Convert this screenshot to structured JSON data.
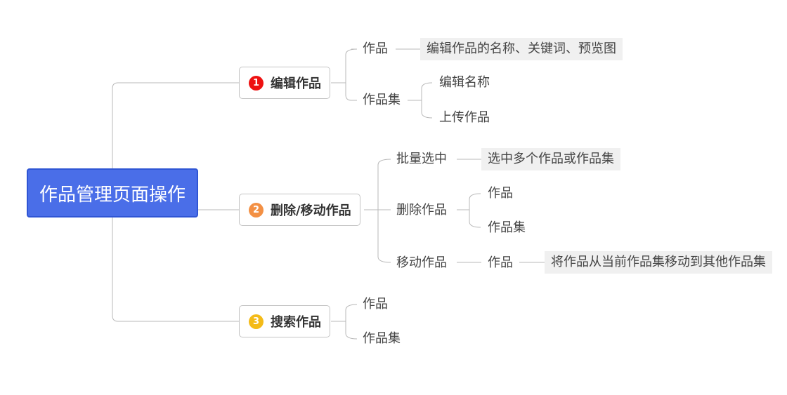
{
  "root": {
    "label": "作品管理页面操作"
  },
  "colors": {
    "root_fill": "#4a6ee8",
    "badge1": "#ee1111",
    "badge2": "#f39044",
    "badge3": "#f4bb18",
    "line": "#b8b8b8"
  },
  "branches": [
    {
      "badge": "1",
      "label": "编辑作品",
      "children": [
        {
          "label": "作品",
          "note": "编辑作品的名称、关键词、预览图"
        },
        {
          "label": "作品集",
          "children": [
            {
              "label": "编辑名称"
            },
            {
              "label": "上传作品"
            }
          ]
        }
      ]
    },
    {
      "badge": "2",
      "label": "删除/移动作品",
      "children": [
        {
          "label": "批量选中",
          "note": "选中多个作品或作品集"
        },
        {
          "label": "删除作品",
          "children": [
            {
              "label": "作品"
            },
            {
              "label": "作品集"
            }
          ]
        },
        {
          "label": "移动作品",
          "children": [
            {
              "label": "作品",
              "note": "将作品从当前作品集移动到其他作品集"
            }
          ]
        }
      ]
    },
    {
      "badge": "3",
      "label": "搜索作品",
      "children": [
        {
          "label": "作品"
        },
        {
          "label": "作品集"
        }
      ]
    }
  ]
}
